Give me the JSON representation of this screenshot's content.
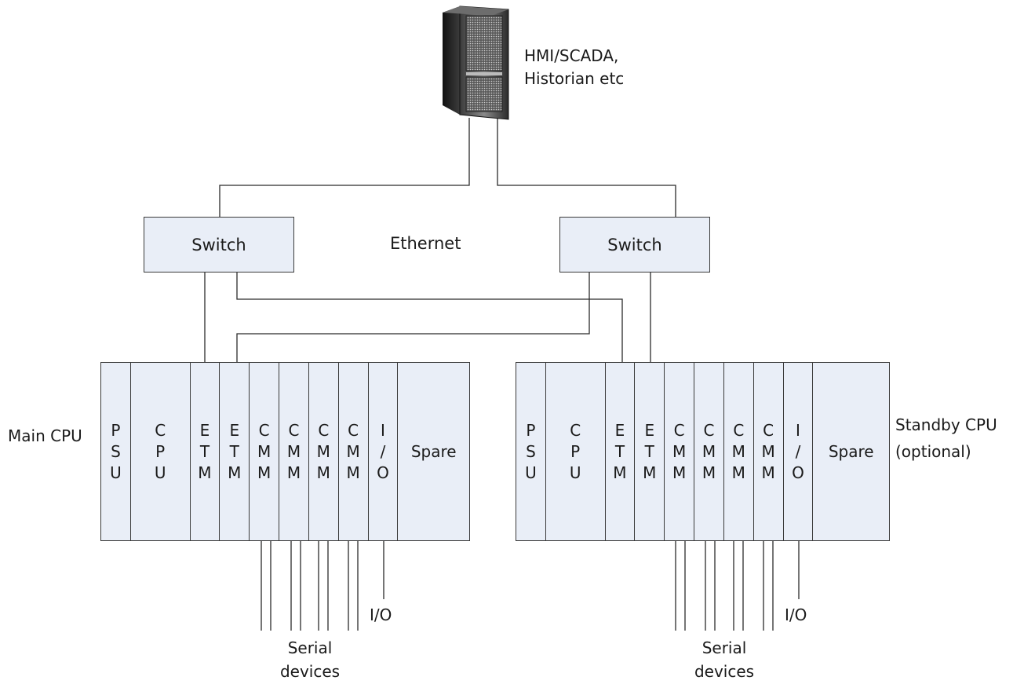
{
  "server": {
    "icon": "server-tower-icon",
    "label_line1": "HMI/SCADA,",
    "label_line2": "Historian etc"
  },
  "network": {
    "ethernet_label": "Ethernet",
    "switch_left_label": "Switch",
    "switch_right_label": "Switch"
  },
  "main_rack": {
    "label": "Main CPU",
    "modules": [
      {
        "text": "PSU"
      },
      {
        "text": "CPU"
      },
      {
        "text": "ETM"
      },
      {
        "text": "ETM"
      },
      {
        "text": "CMM"
      },
      {
        "text": "CMM"
      },
      {
        "text": "CMM"
      },
      {
        "text": "CMM"
      },
      {
        "text": "I/O"
      },
      {
        "text": "Spare",
        "horizontal": true
      }
    ],
    "serial_label_line1": "Serial",
    "serial_label_line2": "devices",
    "io_label": "I/O"
  },
  "standby_rack": {
    "label_line1": "Standby CPU",
    "label_line2": "(optional)",
    "modules": [
      {
        "text": "PSU"
      },
      {
        "text": "CPU"
      },
      {
        "text": "ETM"
      },
      {
        "text": "ETM"
      },
      {
        "text": "CMM"
      },
      {
        "text": "CMM"
      },
      {
        "text": "CMM"
      },
      {
        "text": "CMM"
      },
      {
        "text": "I/O"
      },
      {
        "text": "Spare",
        "horizontal": true
      }
    ],
    "serial_label_line1": "Serial",
    "serial_label_line2": "devices",
    "io_label": "I/O"
  }
}
